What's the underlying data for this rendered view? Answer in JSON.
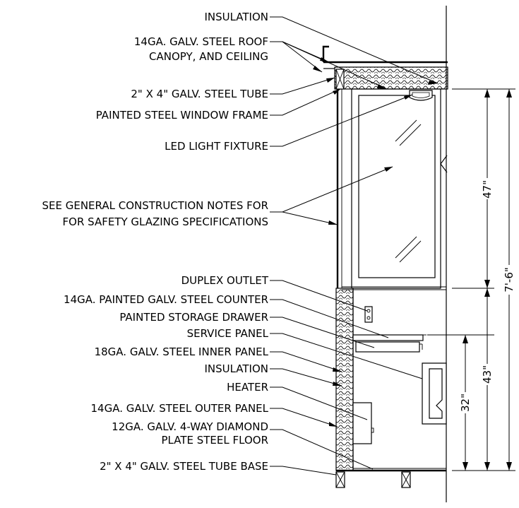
{
  "labels": {
    "insulation_top": "INSULATION",
    "roof_canopy_1": "14GA. GALV. STEEL ROOF",
    "roof_canopy_2": "CANOPY, AND CEILING",
    "steel_tube": "2\" X 4\" GALV. STEEL TUBE",
    "window_frame": "PAINTED STEEL WINDOW FRAME",
    "led_light": "LED LIGHT FIXTURE",
    "general_notes_1": "SEE GENERAL CONSTRUCTION NOTES FOR",
    "general_notes_2": "FOR SAFETY GLAZING SPECIFICATIONS",
    "duplex_outlet": "DUPLEX OUTLET",
    "counter": "14GA. PAINTED GALV. STEEL COUNTER",
    "storage_drawer": "PAINTED STORAGE DRAWER",
    "service_panel": "SERVICE PANEL",
    "inner_panel": "18GA. GALV. STEEL INNER PANEL",
    "insulation_lower": "INSULATION",
    "heater": "HEATER",
    "outer_panel": "14GA. GALV. STEEL OUTER PANEL",
    "floor_1": "12GA. GALV. 4-WAY DIAMOND",
    "floor_2": "PLATE STEEL FLOOR",
    "tube_base": "2\" X 4\" GALV. STEEL TUBE BASE"
  },
  "dimensions": {
    "window_height": "47\"",
    "total_height": "7'-6\"",
    "counter_to_floor": "43\"",
    "service_panel_height": "32\""
  }
}
